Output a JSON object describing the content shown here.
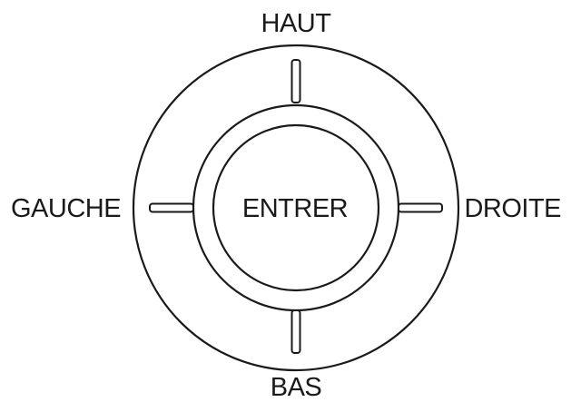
{
  "labels": {
    "top": "HAUT",
    "left": "GAUCHE",
    "center": "ENTRER",
    "right": "DROITE",
    "bottom": "BAS"
  },
  "colors": {
    "stroke": "#1a1a1a",
    "background": "#ffffff"
  }
}
